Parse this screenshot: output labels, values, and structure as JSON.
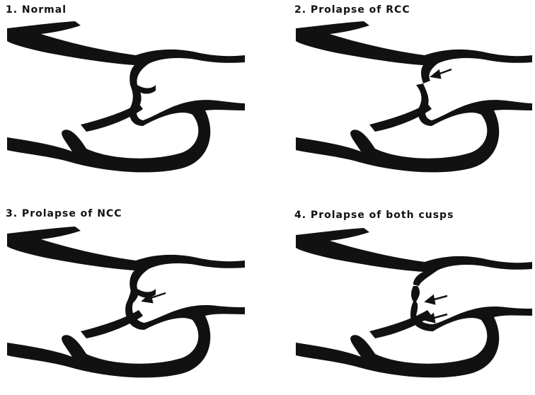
{
  "panels": [
    {
      "title": "1. Normal",
      "arrows": 0
    },
    {
      "title": "2. Prolapse of RCC",
      "arrows": 1
    },
    {
      "title": "3. Prolapse of NCC",
      "arrows": 1
    },
    {
      "title": "4. Prolapse of both cusps",
      "arrows": 2
    }
  ],
  "colors": {
    "wall": "#111111",
    "background": "#ffffff"
  }
}
